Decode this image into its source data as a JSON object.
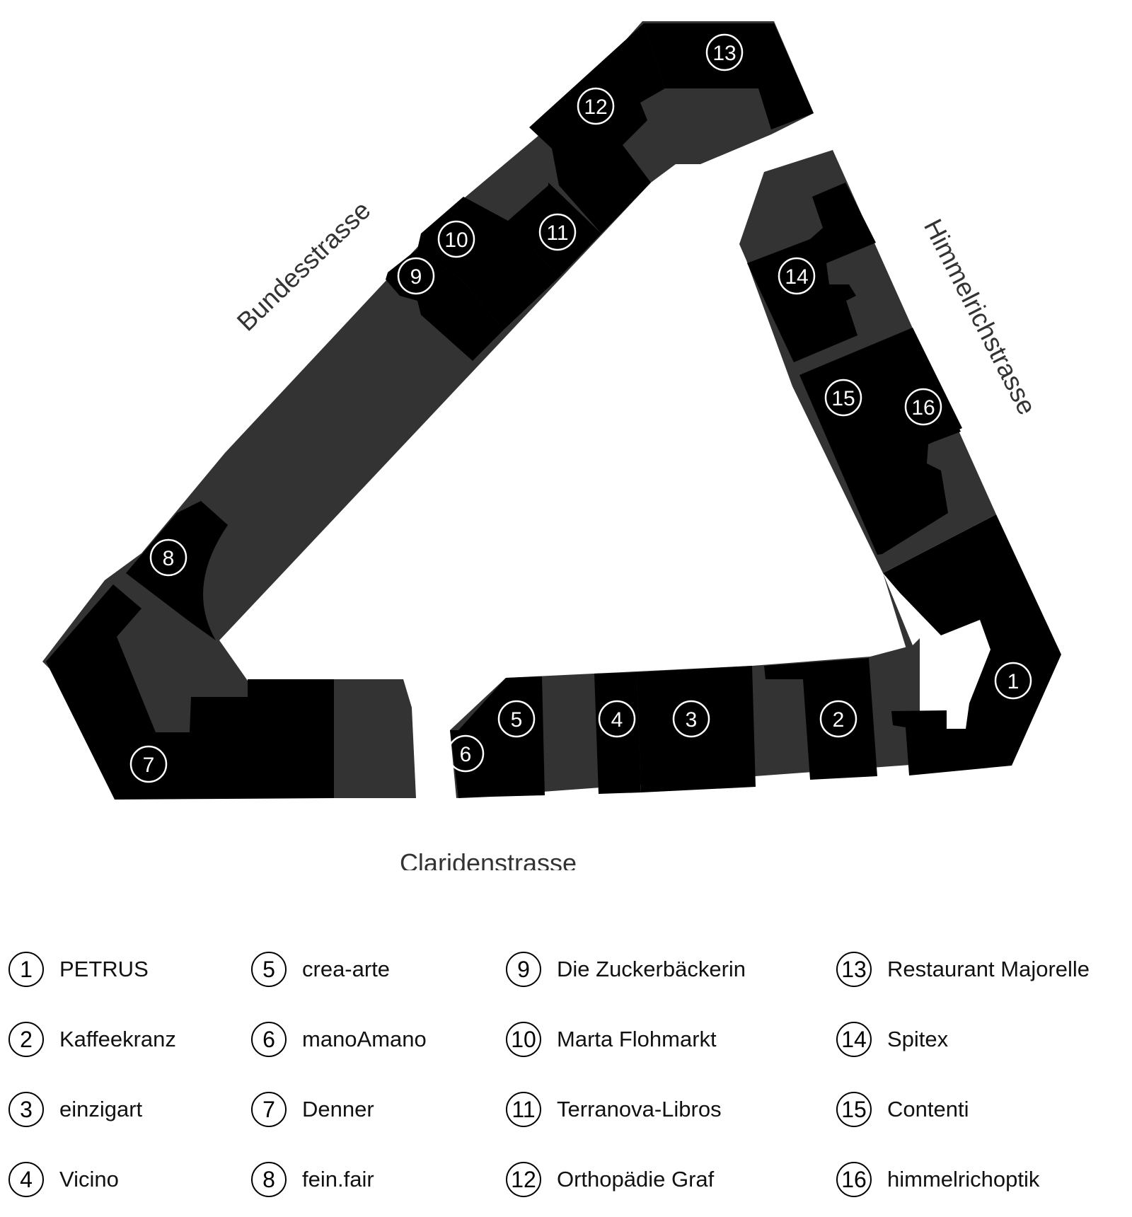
{
  "colors": {
    "shop": "#000000",
    "common_area": "#333333",
    "street_label": "#333333",
    "badge_outline": "#ffffff",
    "background": "#ffffff"
  },
  "streets": {
    "north_west": "Bundesstrasse",
    "east": "Himmelrichstrasse",
    "south": "Claridenstrasse"
  },
  "units": [
    {
      "number": "1",
      "name": "PETRUS"
    },
    {
      "number": "2",
      "name": "Kaffeekranz"
    },
    {
      "number": "3",
      "name": "einzigart"
    },
    {
      "number": "4",
      "name": "Vicino"
    },
    {
      "number": "5",
      "name": "crea-arte"
    },
    {
      "number": "6",
      "name": "manoAmano"
    },
    {
      "number": "7",
      "name": "Denner"
    },
    {
      "number": "8",
      "name": "fein.fair"
    },
    {
      "number": "9",
      "name": "Die Zuckerbäckerin"
    },
    {
      "number": "10",
      "name": "Marta Flohmarkt"
    },
    {
      "number": "11",
      "name": "Terranova-Libros"
    },
    {
      "number": "12",
      "name": "Orthopädie Graf"
    },
    {
      "number": "13",
      "name": "Restaurant Majorelle"
    },
    {
      "number": "14",
      "name": "Spitex"
    },
    {
      "number": "15",
      "name": "Contenti"
    },
    {
      "number": "16",
      "name": "himmelrichoptik"
    }
  ]
}
